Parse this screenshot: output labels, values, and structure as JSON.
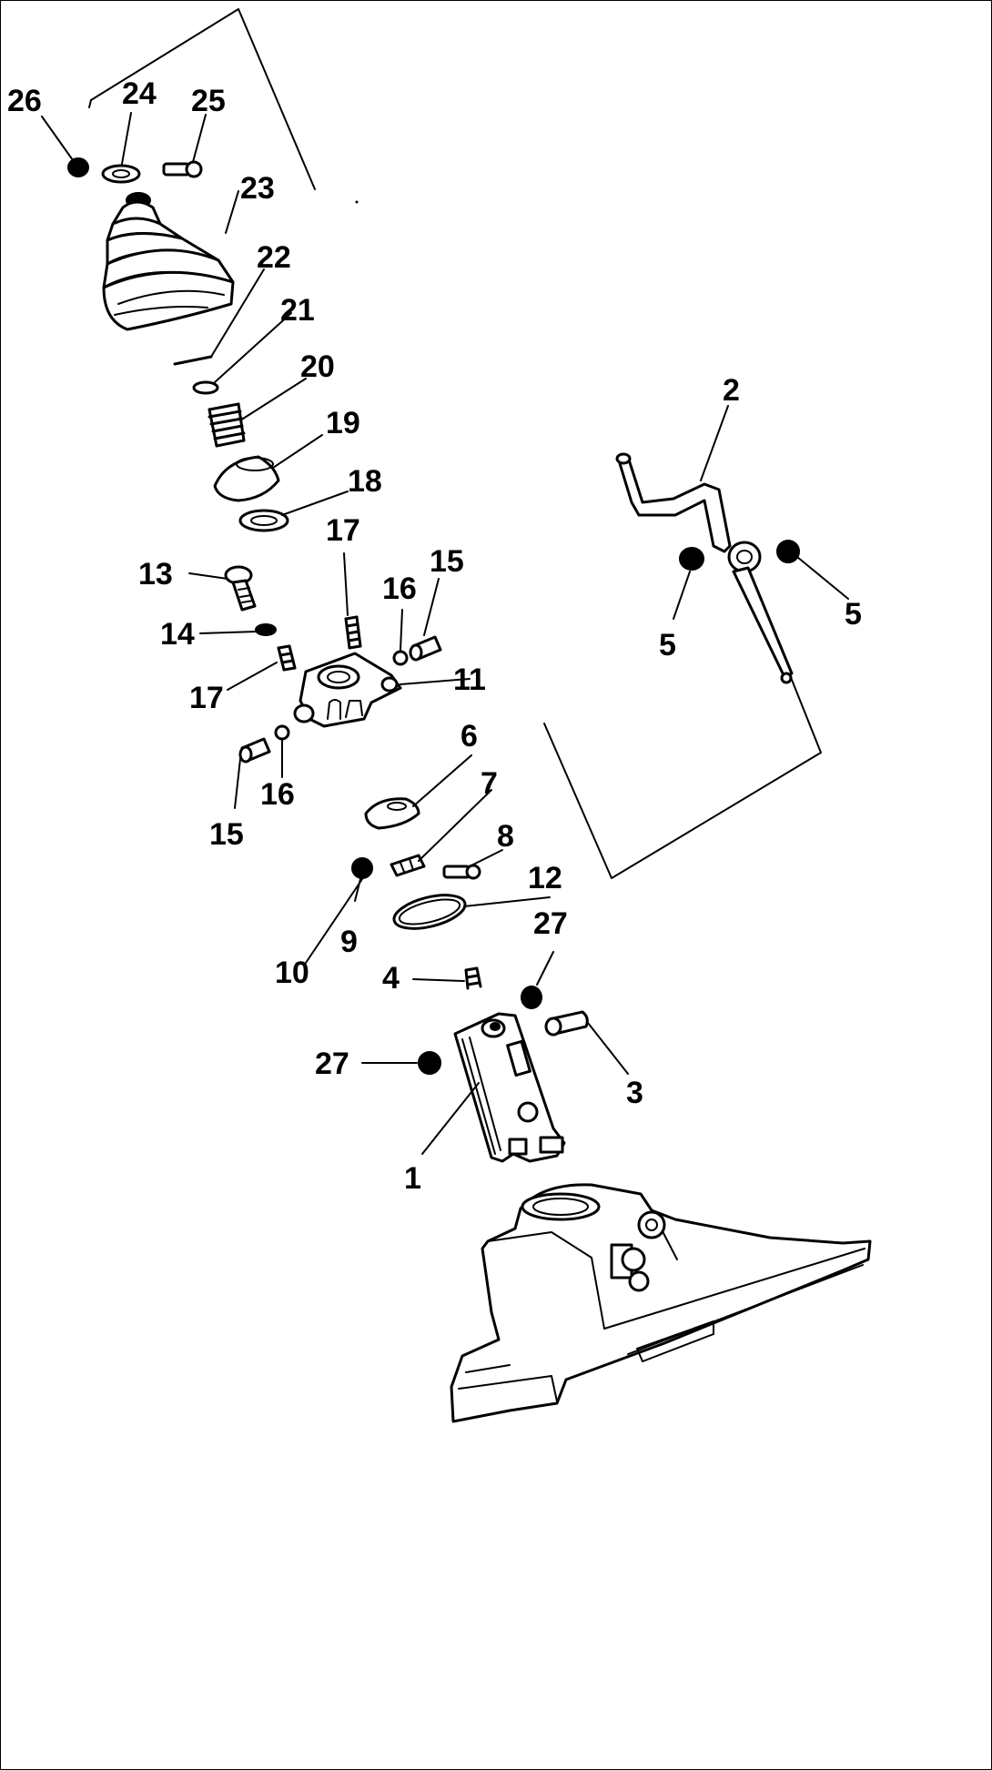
{
  "callouts": {
    "c1": "1",
    "c2": "2",
    "c3": "3",
    "c4": "4",
    "c5a": "5",
    "c5b": "5",
    "c6": "6",
    "c7": "7",
    "c8": "8",
    "c9": "9",
    "c10": "10",
    "c11": "11",
    "c12": "12",
    "c13": "13",
    "c14": "14",
    "c15a": "15",
    "c15b": "15",
    "c16a": "16",
    "c16b": "16",
    "c17a": "17",
    "c17b": "17",
    "c18": "18",
    "c19": "19",
    "c20": "20",
    "c21": "21",
    "c22": "22",
    "c23": "23",
    "c24": "24",
    "c25": "25",
    "c26": "26",
    "c27a": "27",
    "c27b": "27"
  }
}
